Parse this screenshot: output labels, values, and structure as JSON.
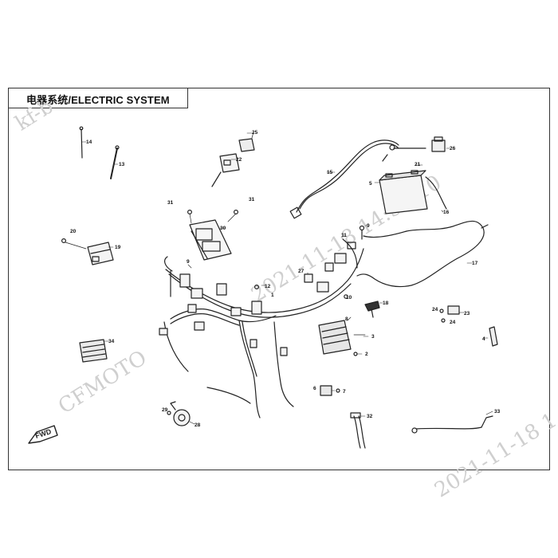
{
  "title": "电器系统/ELECTRIC SYSTEM",
  "fwd_label": "FWD",
  "watermarks": [
    {
      "text": "2021-11-18 14:55:10"
    },
    {
      "text": "CFMOTO"
    },
    {
      "text": "2021-11-18 1"
    },
    {
      "text": "kf-b"
    }
  ],
  "callouts": [
    {
      "n": "1"
    },
    {
      "n": "2"
    },
    {
      "n": "3"
    },
    {
      "n": "4"
    },
    {
      "n": "5"
    },
    {
      "n": "6"
    },
    {
      "n": "7"
    },
    {
      "n": "8"
    },
    {
      "n": "9"
    },
    {
      "n": "9"
    },
    {
      "n": "10"
    },
    {
      "n": "11"
    },
    {
      "n": "12"
    },
    {
      "n": "13"
    },
    {
      "n": "14"
    },
    {
      "n": "15"
    },
    {
      "n": "16"
    },
    {
      "n": "17"
    },
    {
      "n": "18"
    },
    {
      "n": "19"
    },
    {
      "n": "20"
    },
    {
      "n": "21"
    },
    {
      "n": "22"
    },
    {
      "n": "23"
    },
    {
      "n": "24"
    },
    {
      "n": "24"
    },
    {
      "n": "25"
    },
    {
      "n": "26"
    },
    {
      "n": "27"
    },
    {
      "n": "28"
    },
    {
      "n": "29"
    },
    {
      "n": "30"
    },
    {
      "n": "31"
    },
    {
      "n": "31"
    },
    {
      "n": "32"
    },
    {
      "n": "33"
    },
    {
      "n": "34"
    }
  ]
}
